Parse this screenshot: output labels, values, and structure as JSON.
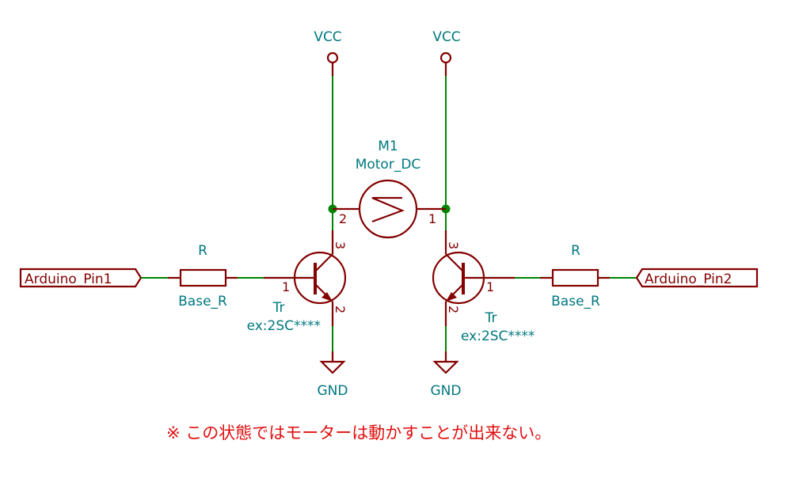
{
  "schematic": {
    "power": {
      "vcc_left": "VCC",
      "vcc_right": "VCC",
      "gnd_left": "GND",
      "gnd_right": "GND"
    },
    "motor": {
      "reference": "M1",
      "value": "Motor_DC",
      "pin_left": "2",
      "pin_right": "1"
    },
    "resistor_left": {
      "reference": "R",
      "value": "Base_R"
    },
    "resistor_right": {
      "reference": "R",
      "value": "Base_R"
    },
    "transistor_left": {
      "reference": "Tr",
      "value": "ex:2SC****",
      "pin_base": "1",
      "pin_collector": "3",
      "pin_emitter": "2"
    },
    "transistor_right": {
      "reference": "Tr",
      "value": "ex:2SC****",
      "pin_base": "1",
      "pin_collector": "3",
      "pin_emitter": "2"
    },
    "global_labels": {
      "left": "Arduino_Pin1",
      "right": "Arduino_Pin2"
    },
    "note": "※  この状態ではモーターは動かすことが出来ない。"
  },
  "colors": {
    "wire": "#008400",
    "component": "#840000",
    "label_text": "#00787f",
    "note": "#e01010"
  }
}
